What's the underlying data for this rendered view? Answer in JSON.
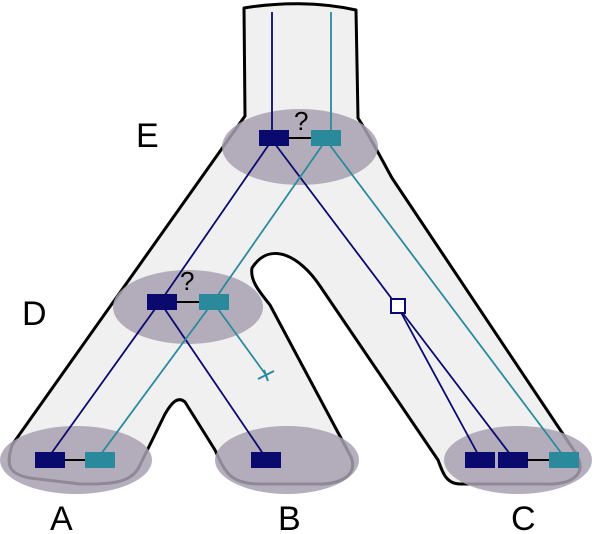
{
  "diagram": {
    "nodes": {
      "A": {
        "label": "A"
      },
      "B": {
        "label": "B"
      },
      "C": {
        "label": "C"
      },
      "D": {
        "label": "D",
        "question": "?"
      },
      "E": {
        "label": "E",
        "question": "?"
      }
    },
    "colors": {
      "species_tree_fill": "#f0f0f0",
      "species_tree_outline": "#000000",
      "node_highlight": "#a8a0b0",
      "gene_copy_1": "#0a0a6e",
      "gene_copy_2": "#2a8a9c"
    },
    "events": {
      "gene_loss": "x-mark",
      "duplication": "hollow-square"
    }
  }
}
